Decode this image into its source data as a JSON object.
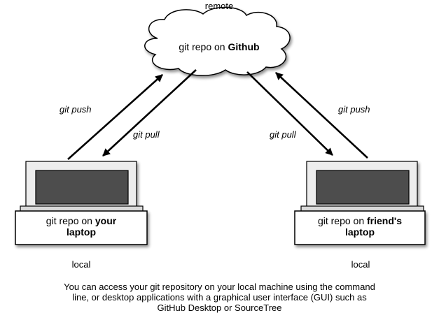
{
  "remote": {
    "location_label": "remote",
    "repo_label_prefix": "git repo on ",
    "repo_label_bold": "Github"
  },
  "left": {
    "push_label": "git push",
    "pull_label": "git pull",
    "repo_label_prefix": "git repo on ",
    "repo_label_bold": "your",
    "repo_label_line2": "laptop",
    "location_label": "local"
  },
  "right": {
    "push_label": "git push",
    "pull_label": "git pull",
    "repo_label_prefix": "git repo on ",
    "repo_label_bold": "friend's",
    "repo_label_line2": "laptop",
    "location_label": "local"
  },
  "caption": {
    "line1": "You can access your git repository on your local machine using the command",
    "line2": "line, or desktop applications with a graphical user interface (GUI) such as",
    "line3": "GitHub Desktop or SourceTree"
  },
  "colors": {
    "screen": "#4d4d4d",
    "laptop_body": "#ededed",
    "stroke": "#000000"
  }
}
